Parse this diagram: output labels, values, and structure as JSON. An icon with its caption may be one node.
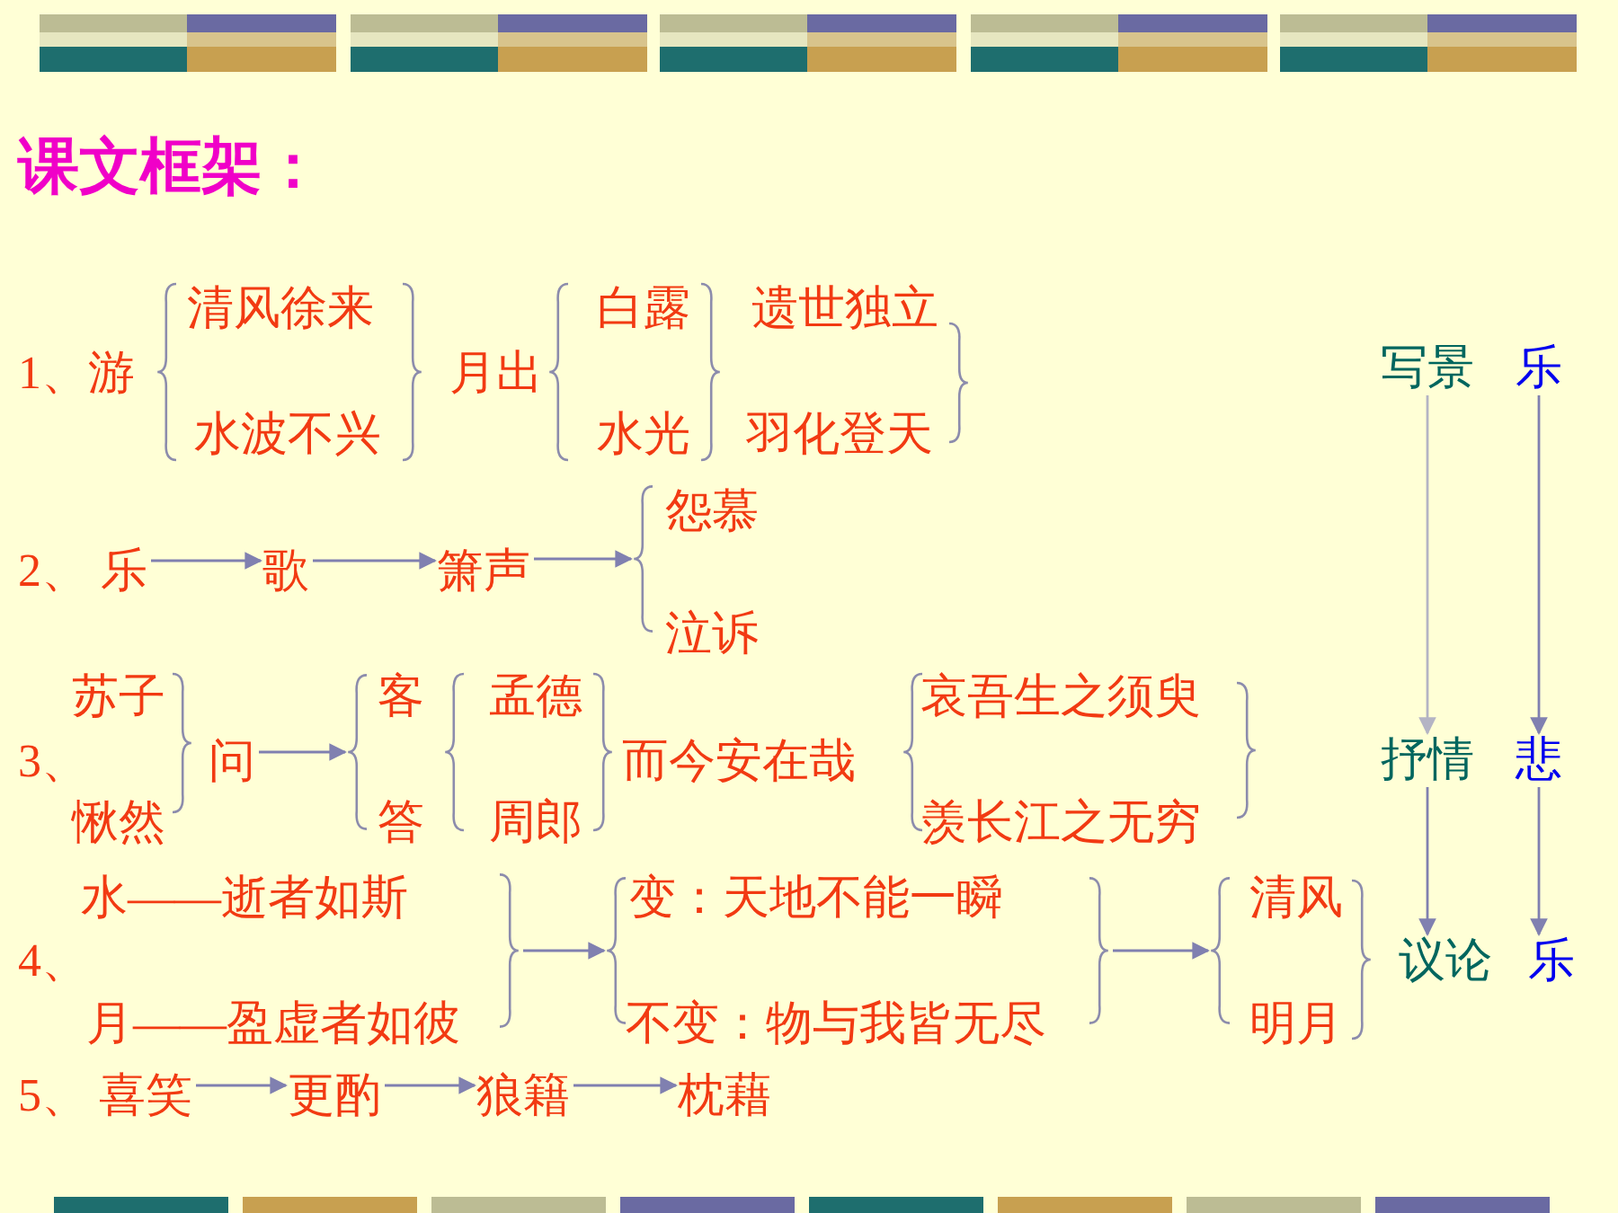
{
  "diagram": {
    "title": "课文框架：",
    "nodes": [
      {
        "text": [
          "乐"
        ]
      },
      {
        "text": [
          "歌"
        ]
      },
      {
        "text": [
          "箫声"
        ]
      },
      {
        "text": [],
        "shape": "brace"
      },
      {
        "text": [
          "怨慕"
        ]
      },
      {
        "text": [
          "泣诉"
        ]
      },
      {
        "text": [
          "问"
        ]
      },
      {
        "text": [],
        "shape": "brace"
      },
      {
        "text": [
          "客"
        ]
      },
      {
        "text": [
          "答"
        ]
      },
      {
        "text": [
          "水——逝者如斯"
        ]
      },
      {
        "text": [
          "月——盈虚者如彼"
        ]
      },
      {
        "text": [],
        "shape": "brace"
      },
      {
        "text": [],
        "shape": "brace"
      },
      {
        "text": [
          "变：天地不能一瞬"
        ]
      },
      {
        "text": [
          "不变：物与我皆无尽"
        ]
      },
      {
        "text": [],
        "shape": "brace"
      },
      {
        "text": [],
        "shape": "brace"
      },
      {
        "text": [
          "清风"
        ]
      },
      {
        "text": [
          "明月"
        ]
      },
      {
        "text": [
          "喜笑"
        ]
      },
      {
        "text": [
          "更酌"
        ]
      },
      {
        "text": [
          "狼籍"
        ]
      },
      {
        "text": [
          "枕藉"
        ]
      },
      {
        "text": [
          "写景"
        ]
      },
      {
        "text": [
          "乐"
        ]
      },
      {
        "text": [
          "抒情"
        ]
      },
      {
        "text": [
          "悲"
        ]
      },
      {
        "text": [
          "议论"
        ]
      },
      {
        "text": [
          "乐"
        ]
      }
    ],
    "edges": [
      {
        "from": 0,
        "to": 1,
        "arrow": "to"
      },
      {
        "from": 1,
        "to": 2,
        "arrow": "to"
      },
      {
        "from": 2,
        "to": 3,
        "arrow": "to"
      },
      {
        "from": 6,
        "to": 7,
        "arrow": "to"
      },
      {
        "from": 12,
        "to": 13,
        "arrow": "to"
      },
      {
        "from": 16,
        "to": 17,
        "arrow": "to"
      },
      {
        "from": 20,
        "to": 21,
        "arrow": "to"
      },
      {
        "from": 21,
        "to": 22,
        "arrow": "to"
      },
      {
        "from": 22,
        "to": 23,
        "arrow": "to"
      },
      {
        "from": 24,
        "to": 26,
        "arrow": "to",
        "color": "#b4b4c4"
      },
      {
        "from": 26,
        "to": 28,
        "arrow": "to"
      },
      {
        "from": 25,
        "to": 27,
        "arrow": "to"
      },
      {
        "from": 27,
        "to": 29,
        "arrow": "to"
      }
    ],
    "labels": [
      "1、游",
      "清风徐来",
      "月出",
      "白露",
      "遗世独立",
      "水波不兴",
      "水光",
      "羽化登天",
      "2、",
      "苏子",
      "3、",
      "愀然",
      "孟德",
      "而今安在哉",
      "哀吾生之须臾",
      "周郎",
      "羡长江之无穷",
      "4、",
      "5、"
    ]
  }
}
